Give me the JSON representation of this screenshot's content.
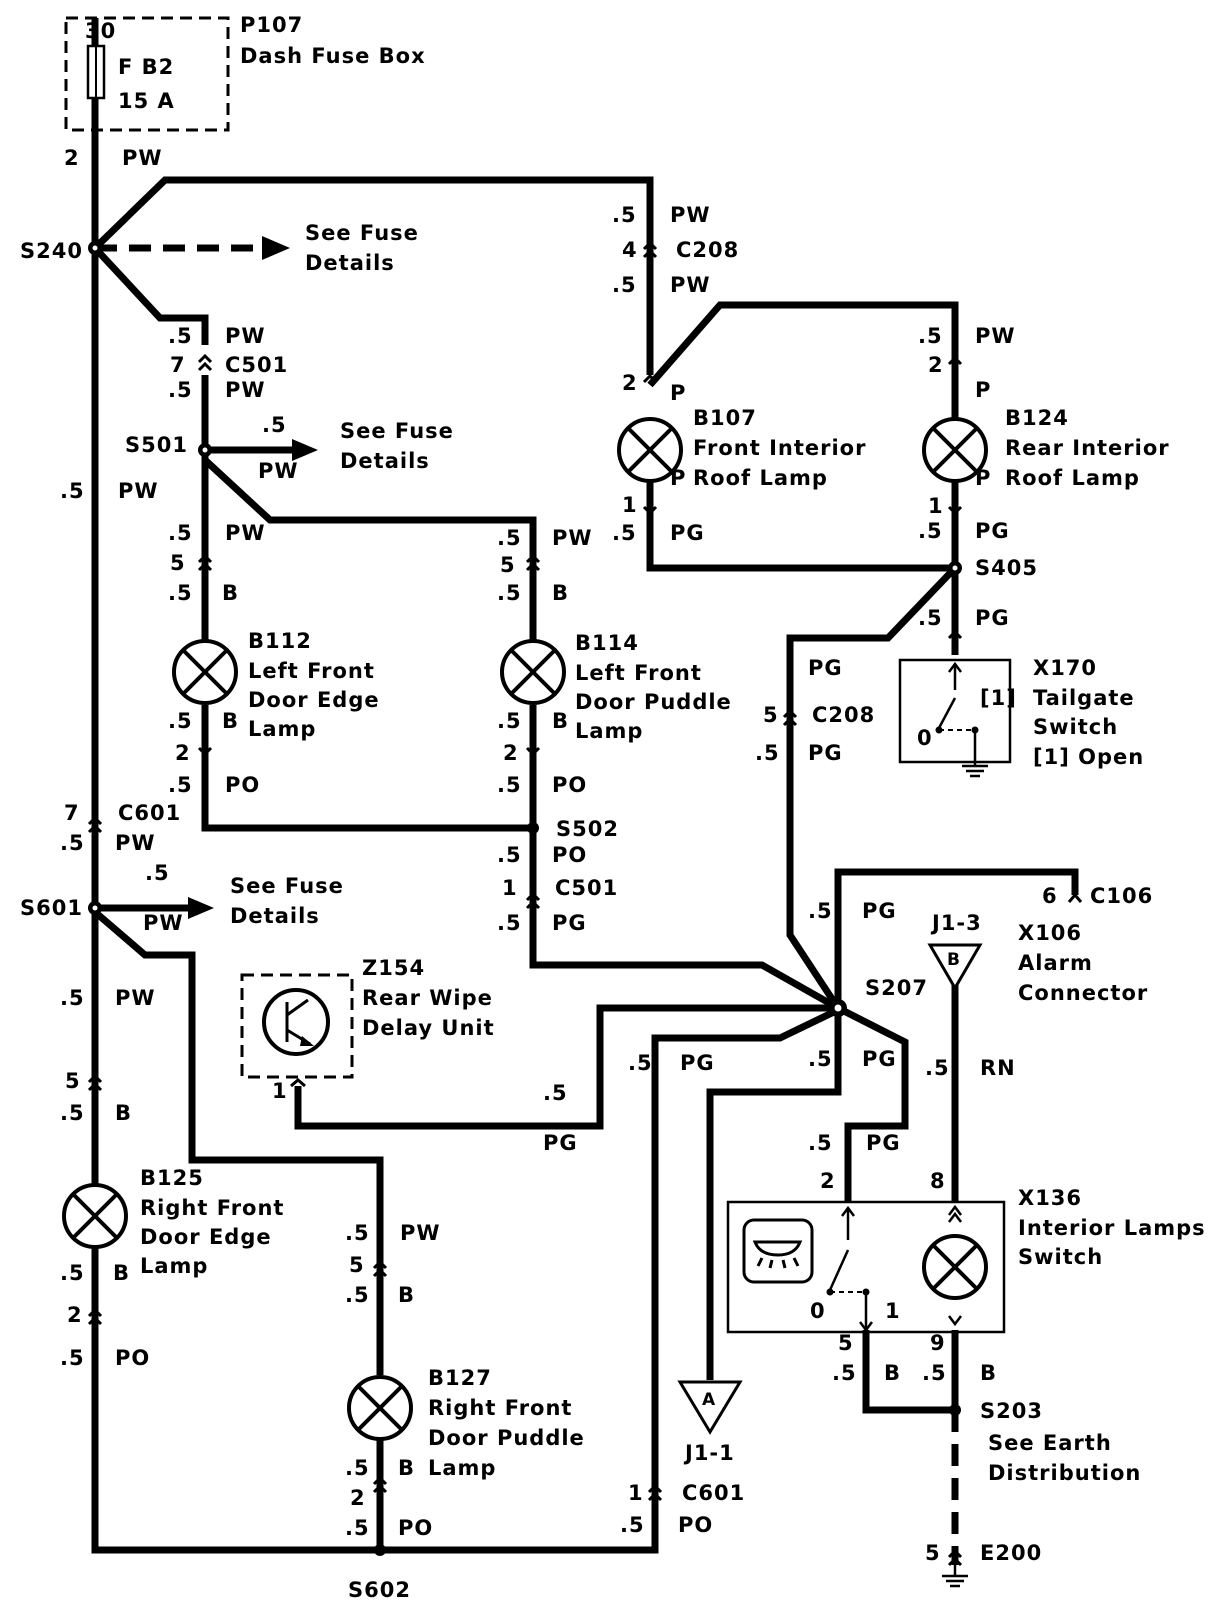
{
  "fuse_box": {
    "ref": "P107",
    "name": "Dash Fuse Box",
    "pin_top": "30",
    "fuse": "F B2",
    "rating": "15 A"
  },
  "splices": [
    "S240",
    "S501",
    "S502",
    "S601",
    "S602",
    "S405",
    "S207",
    "S203"
  ],
  "see_fuse_details": [
    "See Fuse",
    "Details"
  ],
  "see_earth": [
    "See Earth",
    "Distribution"
  ],
  "connectors": {
    "c208": "C208",
    "c501": "C501",
    "c601": "C601",
    "c106": "C106"
  },
  "components": {
    "b107": {
      "ref": "B107",
      "name": [
        "Front Interior",
        "Roof Lamp"
      ]
    },
    "b124": {
      "ref": "B124",
      "name": [
        "Rear Interior",
        "Roof Lamp"
      ]
    },
    "b112": {
      "ref": "B112",
      "name": [
        "Left Front",
        "Door Edge",
        "Lamp"
      ]
    },
    "b114": {
      "ref": "B114",
      "name": [
        "Left Front",
        "Door Puddle",
        "Lamp"
      ]
    },
    "b125": {
      "ref": "B125",
      "name": [
        "Right Front",
        "Door Edge",
        "Lamp"
      ]
    },
    "b127": {
      "ref": "B127",
      "name": [
        "Right Front",
        "Door Puddle",
        "Lamp"
      ]
    },
    "x170": {
      "ref": "X170",
      "name": [
        "Tailgate",
        "Switch",
        "[1]  Open"
      ],
      "pos": "[1]",
      "off": "0"
    },
    "z154": {
      "ref": "Z154",
      "name": [
        "Rear Wipe",
        "Delay Unit"
      ]
    },
    "x106": {
      "ref": "X106",
      "name": [
        "Alarm",
        "Connector"
      ],
      "pin": "J1-3",
      "letter": "B"
    },
    "x136": {
      "ref": "X136",
      "name": [
        "Interior Lamps",
        "Switch"
      ],
      "off": "0",
      "on": "1"
    },
    "j11": {
      "ref": "J1-1",
      "letter": "A"
    },
    "e200": {
      "ref": "E200"
    }
  },
  "wire_colors": {
    "pw": "PW",
    "pg": "PG",
    "po": "PO",
    "b": "B",
    "rn": "RN",
    "p": "P"
  },
  "gauge": ".5",
  "pins": {
    "n1": "1",
    "n2": "2",
    "n4": "4",
    "n5": "5",
    "n6": "6",
    "n7": "7",
    "n8": "8",
    "n9": "9"
  }
}
